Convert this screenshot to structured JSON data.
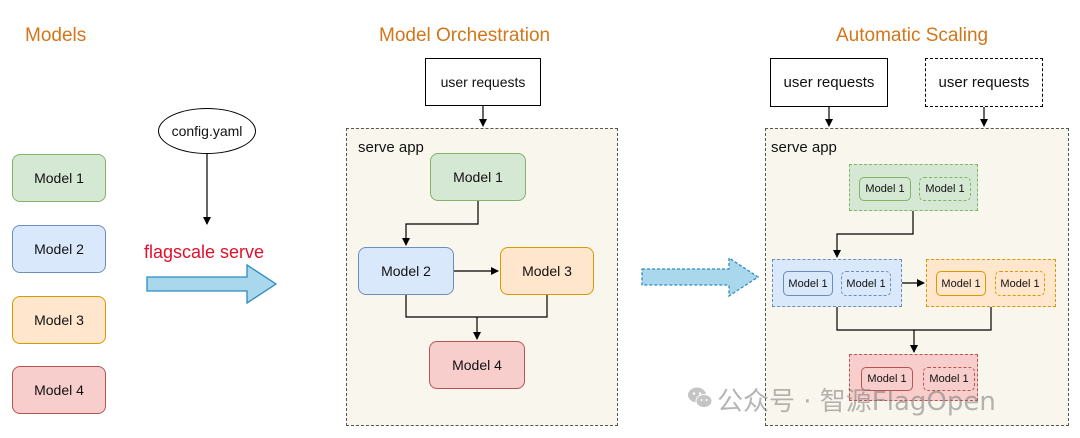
{
  "sections": {
    "models": "Models",
    "orchestration": "Model Orchestration",
    "scaling": "Automatic Scaling"
  },
  "models_list": [
    "Model 1",
    "Model 2",
    "Model 3",
    "Model 4"
  ],
  "config_file": "config.yaml",
  "command": "flagscale serve",
  "orchestration": {
    "requests": "user requests",
    "app_label": "serve app",
    "model1": "Model 1",
    "model2": "Model 2",
    "model3": "Model 3",
    "model4": "Model 4"
  },
  "scaling": {
    "requests_a": "user requests",
    "requests_b": "user requests",
    "app_label": "serve app",
    "replica": "Model 1"
  },
  "watermark": "公众号 · 智源FlagOpen",
  "colors": {
    "title": "#d2761a",
    "command": "#e0102b",
    "green": "#d5e8d4",
    "blue": "#dae8fc",
    "orange": "#ffe6cc",
    "red": "#f8cecc",
    "arrow_fill": "#a9d8ec",
    "arrow_stroke": "#2f8ac2"
  }
}
